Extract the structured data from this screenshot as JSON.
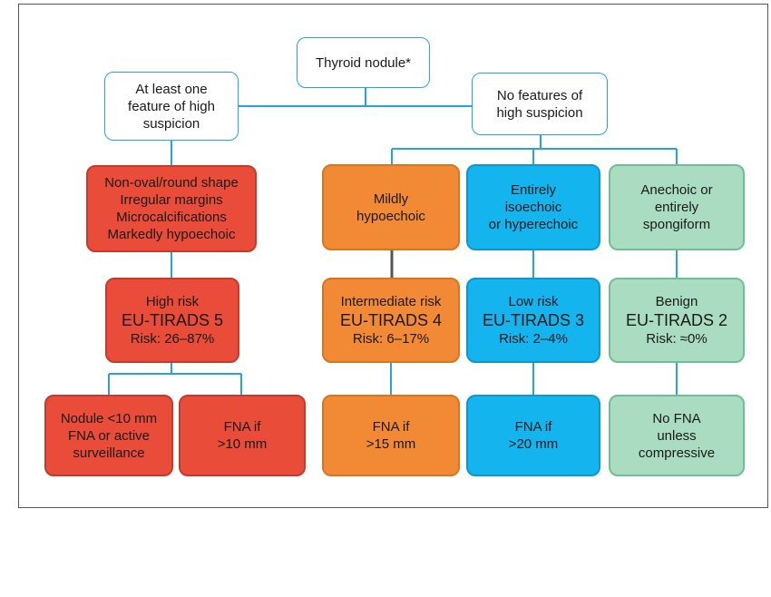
{
  "root": {
    "lines": [
      "Thyroid nodule*"
    ]
  },
  "suspicious": {
    "lines": [
      "At least one",
      "feature of high",
      "suspicion"
    ]
  },
  "not_suspicious": {
    "lines": [
      "No features of",
      "high suspicion"
    ]
  },
  "features": {
    "high": {
      "lines": [
        "Non-oval/round shape",
        "Irregular margins",
        "Microcalcifications",
        "Markedly hypoechoic"
      ]
    },
    "mild": {
      "lines": [
        "Mildly",
        "hypoechoic"
      ]
    },
    "iso": {
      "lines": [
        "Entirely",
        "isoechoic",
        "or hyperechoic"
      ]
    },
    "anechoic": {
      "lines": [
        "Anechoic or",
        "entirely",
        "spongiform"
      ]
    }
  },
  "risk": {
    "high": {
      "label": "High risk",
      "category": "EU-TIRADS 5",
      "risk": "Risk: 26–87%"
    },
    "intermediate": {
      "label": "Intermediate risk",
      "category": "EU-TIRADS 4",
      "risk": "Risk: 6–17%"
    },
    "low": {
      "label": "Low risk",
      "category": "EU-TIRADS 3",
      "risk": "Risk: 2–4%"
    },
    "benign": {
      "label": "Benign",
      "category": "EU-TIRADS 2",
      "risk": "Risk: ≈0%"
    }
  },
  "actions": {
    "small_nodule": {
      "lines": [
        "Nodule <10 mm",
        "FNA or active",
        "surveillance"
      ]
    },
    "fna_10": {
      "lines": [
        "FNA if",
        ">10 mm"
      ]
    },
    "fna_15": {
      "lines": [
        "FNA if",
        ">15 mm"
      ]
    },
    "fna_20": {
      "lines": [
        "FNA if",
        ">20 mm"
      ]
    },
    "no_fna": {
      "lines": [
        "No FNA",
        "unless",
        "compressive"
      ]
    }
  },
  "colors": {
    "connector": "#29a3d6",
    "high": "#ea4c3a",
    "intermediate": "#f28a35",
    "low": "#14b4ee",
    "benign": "#a9dcc0"
  }
}
